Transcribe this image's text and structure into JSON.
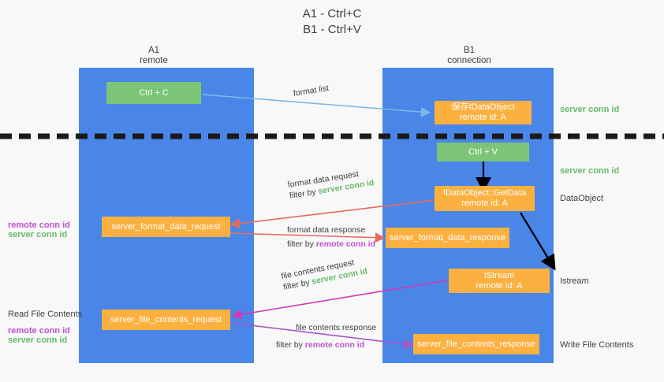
{
  "title": {
    "line1": "A1 - Ctrl+C",
    "line2": "B1 - Ctrl+V"
  },
  "columns": [
    {
      "name": "A1",
      "sub": "remote"
    },
    {
      "name": "B1",
      "sub": "connection"
    }
  ],
  "boxes": {
    "ctrl_c": "Ctrl + C",
    "save_idataobject": {
      "line1": "保存IDataObject",
      "line2": "remote id: A"
    },
    "ctrl_v": "Ctrl + V",
    "getdata": {
      "line1": "IDataObject::GetData",
      "line2": "remote id: A"
    },
    "server_format_data_request": "server_format_data_request",
    "server_format_data_response": "server_format_data_response",
    "istream": {
      "line1": "IStream",
      "line2": "remote id: A"
    },
    "server_file_contents_request": "server_file_contents_request",
    "server_file_contents_response": "server_file_contents_response"
  },
  "edges": {
    "format_list": "format list",
    "format_data_request": "format data request",
    "format_data_response": "format data response",
    "file_contents_request": "file contents request",
    "file_contents_response": "file contents response",
    "filter_by": "filter by",
    "server_conn_id": "server conn id",
    "remote_conn_id": "remote conn id"
  },
  "side_labels": {
    "right_server_conn_id_top": "server conn id",
    "right_server_conn_id_mid": "server conn id",
    "right_dataobject": "DataObject",
    "right_istream": "Istream",
    "right_write_file_contents": "Write File Contents",
    "left_read_file_contents": "Read File Contents",
    "left_remote_conn_id_1": "remote conn id",
    "left_server_conn_id_1": "server conn id",
    "left_remote_conn_id_2": "remote conn id",
    "left_server_conn_id_2": "server conn id"
  },
  "colors": {
    "lane": "#4a86e8",
    "green_box": "#7cc576",
    "orange_box": "#fbb040",
    "server_conn_id": "#66bb6a",
    "remote_conn_id": "#c050d0",
    "blue_arrow": "#7eb6e8",
    "red_arrow": "#e8695f",
    "magenta_arrow": "#d636b8",
    "purple_arrow": "#a855c8",
    "black_arrow": "#000000",
    "divider": "#1a1a1a",
    "background": "#f8f8f8"
  }
}
